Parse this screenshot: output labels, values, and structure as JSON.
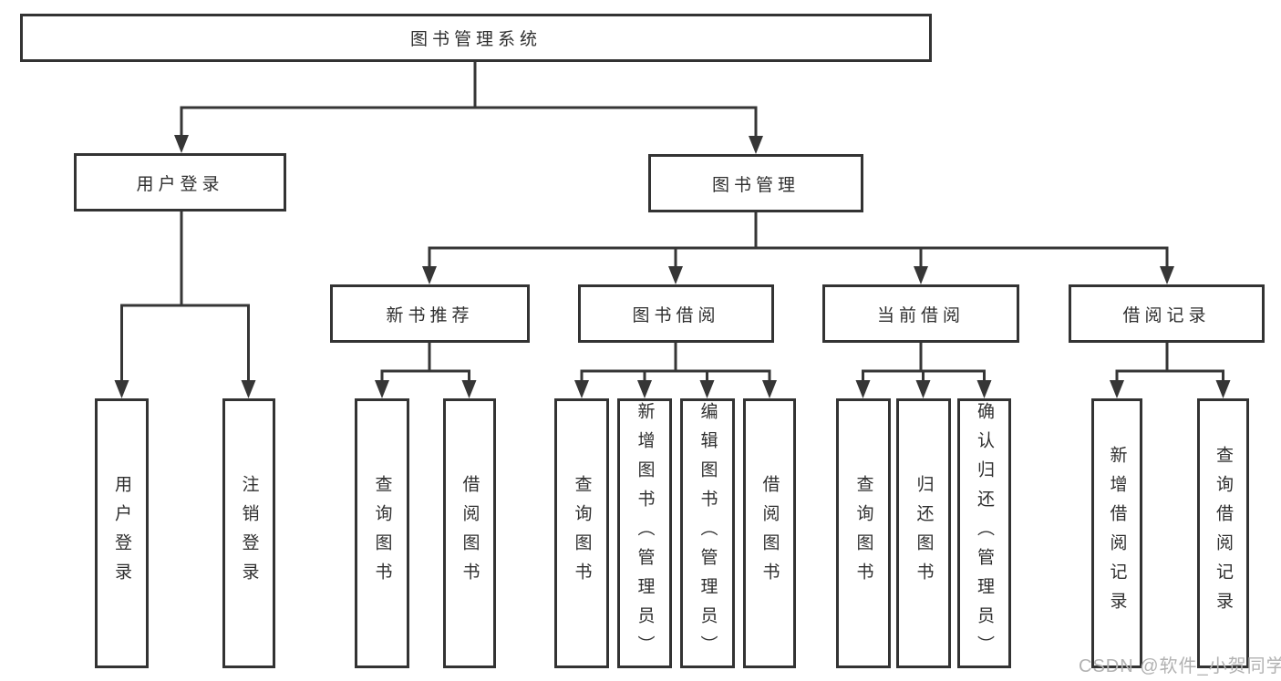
{
  "diagram": {
    "root": "图书管理系统",
    "level2": {
      "user_login": "用户登录",
      "book_mgmt": "图书管理"
    },
    "level3": {
      "recommend": "新书推荐",
      "borrow": "图书借阅",
      "current": "当前借阅",
      "records": "借阅记录"
    },
    "leaves": {
      "login": [
        "用户登录",
        "注销登录"
      ],
      "recommend": [
        "查询图书",
        "借阅图书"
      ],
      "borrow": [
        "查询图书",
        "新增图书（管理员）",
        "编辑图书（管理员）",
        "借阅图书"
      ],
      "current": [
        "查询图书",
        "归还图书",
        "确认归还（管理员）"
      ],
      "records": [
        "新增借阅记录",
        "查询借阅记录"
      ]
    }
  },
  "watermark": "CSDN @软件_小贺同学",
  "colors": {
    "line": "#363636",
    "border": "#333333",
    "text": "#2f2f2f",
    "background": "#ffffff",
    "watermark": "#b2b2b2"
  }
}
